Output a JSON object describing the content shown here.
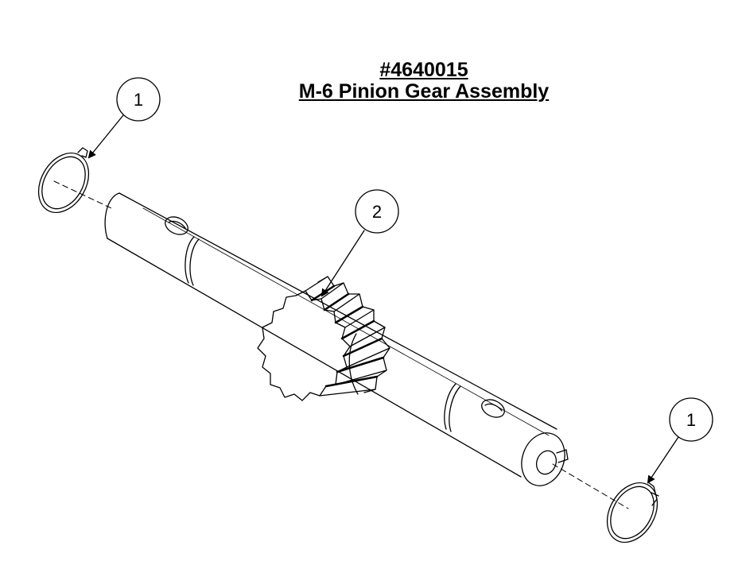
{
  "title": {
    "part_number": "#4640015",
    "assembly_name": "M-6 Pinion Gear Assembly"
  },
  "callouts": [
    {
      "label": "1",
      "part": "retaining-ring"
    },
    {
      "label": "2",
      "part": "pinion-gear"
    },
    {
      "label": "1",
      "part": "retaining-ring"
    }
  ]
}
